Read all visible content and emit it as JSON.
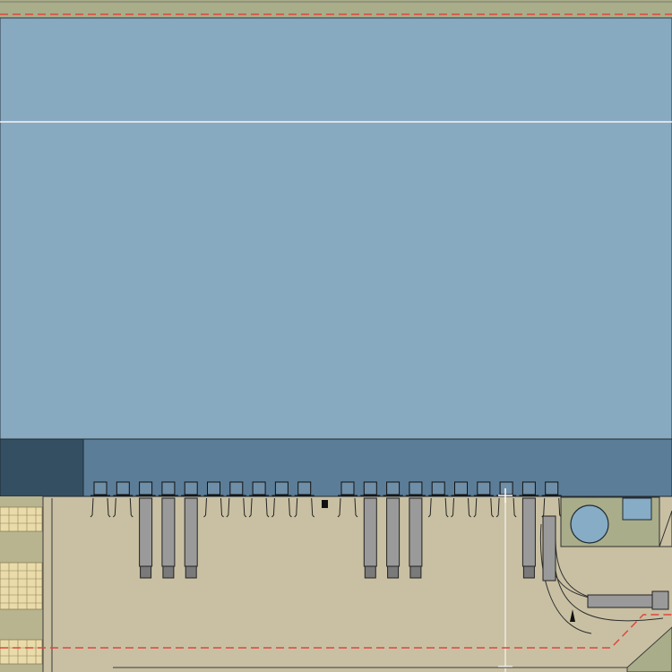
{
  "plan": {
    "dock_group_left": {
      "dock_count": 10,
      "trucks_at_docks": [
        3,
        4,
        5
      ]
    },
    "dock_group_right": {
      "dock_count": 10,
      "trucks_at_docks": [
        2,
        3,
        4,
        9
      ]
    },
    "colors": {
      "warehouse_roof": "#88aac0",
      "dock_canopy": "#5b7d98",
      "office_block": "#354f62",
      "yard_paving": "#c9c0a3",
      "landscape_strip": "#a9ad8a",
      "boundary_line": "#e0463c",
      "parking_bays": "#eadcaa",
      "tank_fill": "#86acc6",
      "trailer_body": "#9a9a9a"
    }
  }
}
